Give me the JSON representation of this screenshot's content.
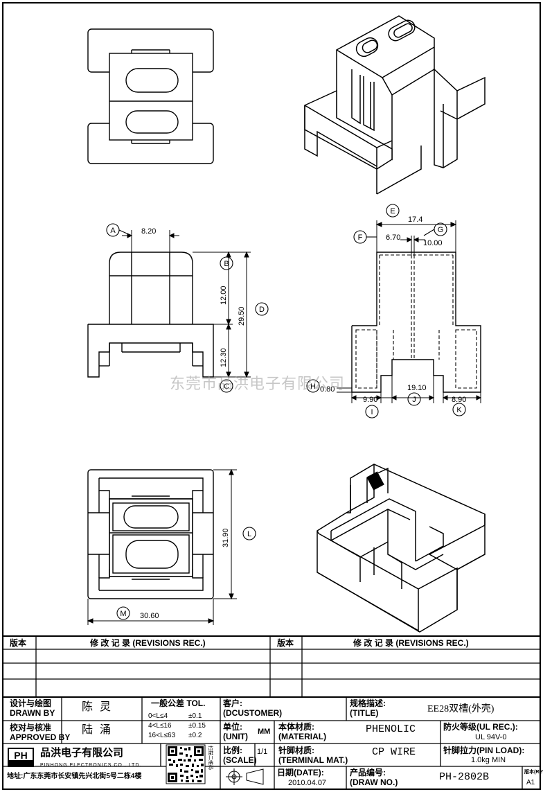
{
  "drawing": {
    "dimensions": {
      "d_820": "8.20",
      "d_1200": "12.00",
      "d_2950": "29.50",
      "d_1230": "12.30",
      "d_174": "17.4",
      "d_670": "6.70",
      "d_1000": "10.00",
      "d_080": "0.80",
      "d_1910": "19.10",
      "d_990": "9.90",
      "d_890": "8.90",
      "d_3190": "31.90",
      "d_3060": "30.60"
    },
    "callouts": [
      "A",
      "B",
      "C",
      "D",
      "E",
      "F",
      "G",
      "H",
      "I",
      "J",
      "K",
      "L",
      "M"
    ],
    "watermark": "东莞市品洪电子有限公司"
  },
  "revisions": {
    "col_version": "版本",
    "col_record": "修 改 记 录 (REVISIONS REC.)"
  },
  "title_block": {
    "designer_label": "设计与绘图",
    "designer_label_en": "DRAWN BY",
    "designer": "陈 灵",
    "approver_label": "校对与核准",
    "approver_label_en": "APPROVED BY",
    "approver": "陆 涌",
    "tolerance_title": "一般公差 TOL.",
    "tolerances": [
      {
        "range": "0<L≤4",
        "tol": "±0.1"
      },
      {
        "range": "4<L≤16",
        "tol": "±0.15"
      },
      {
        "range": "16<L≤63",
        "tol": "±0.2"
      }
    ],
    "customer_label": "客户:",
    "customer_label_en": "(DCUSTOMER)",
    "spec_label": "规格描述:",
    "spec_label_en": "(TITLE)",
    "spec_value": "EE28双槽(外壳)",
    "unit_label": "单位:",
    "unit_label_en": "(UNIT)",
    "unit_value": "MM",
    "material_label": "本体材质:",
    "material_label_en": "(MATERIAL)",
    "material_value": "PHENOLIC",
    "fire_label": "防火等级(UL REC.):",
    "fire_value": "UL 94V-0",
    "scale_label": "比例:",
    "scale_label_en": "(SCALE)",
    "scale_value": "1/1",
    "pin_label": "针脚材质:",
    "pin_label_en": "(TERMINAL MAT.)",
    "pin_value": "CP WIRE",
    "pull_label": "针脚拉力(PIN LOAD):",
    "pull_value": "1.0kg MIN",
    "date_label": "日期(DATE):",
    "date_value": "2010.04.07",
    "drawno_label": "产品编号:",
    "drawno_label_en": "(DRAW NO.)",
    "drawno_value": "PH-2802B",
    "rev_label": "版本(REV):",
    "rev_value": "A1",
    "company_logo": "PH",
    "company_name": "品洪电子有限公司",
    "company_en": "PINHONG ELECTRONICS CO., LTD.",
    "company_address": "地址:广东东莞市长安镇先兴北街5号二栋4楼",
    "qr_caption": "扫描二维码"
  }
}
